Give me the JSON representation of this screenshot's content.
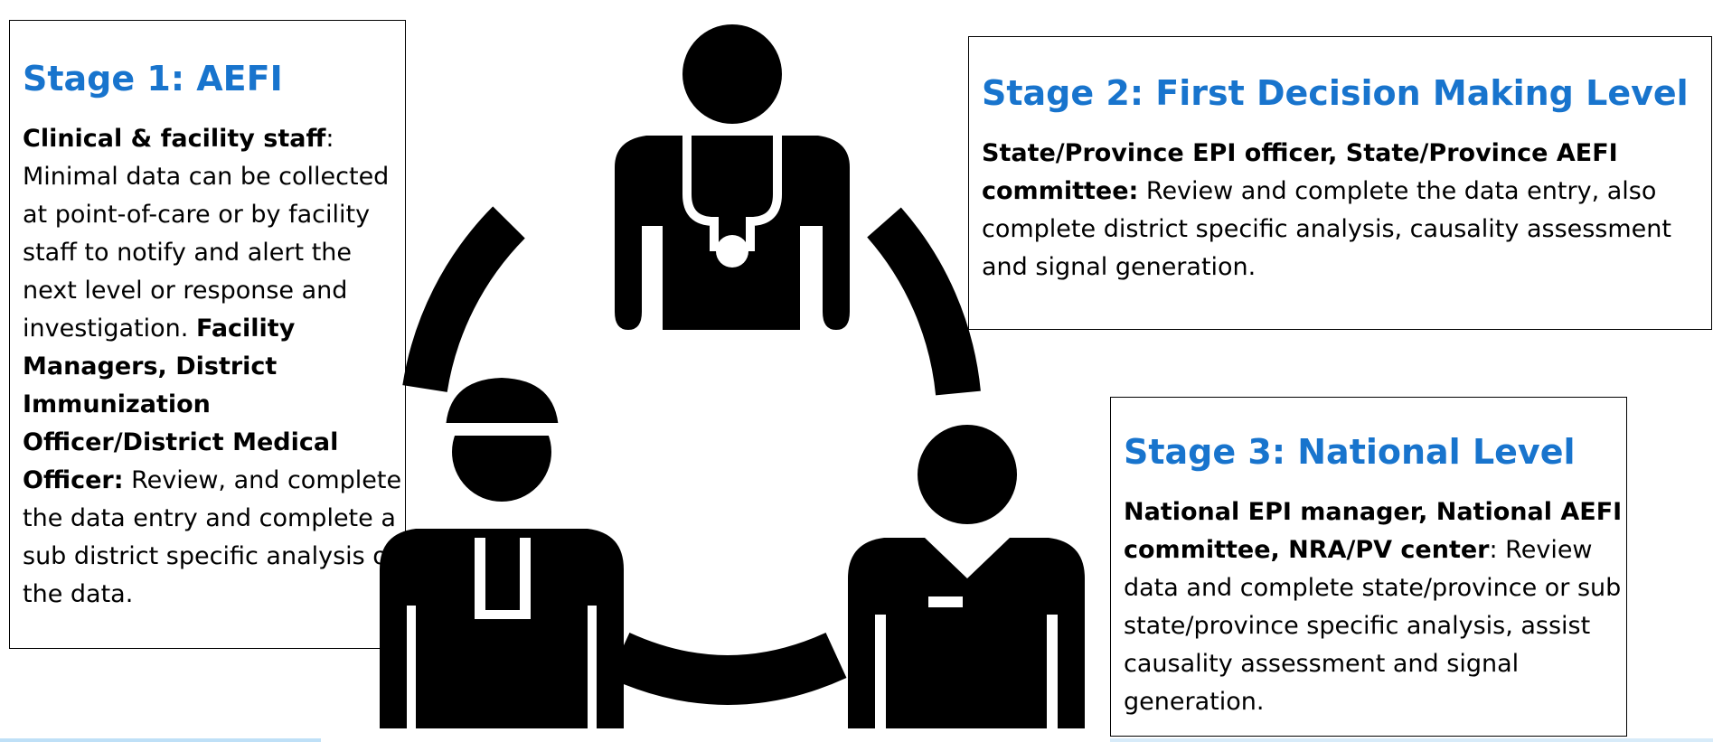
{
  "stage1": {
    "title": "Stage 1: AEFI",
    "role1": "Clinical & facility staff",
    "role1_sep": ":",
    "text1": " Minimal data can be collected at point-of-care or by facility staff to notify and alert the next level or response and investigation.",
    "role2": "Facility Managers, District Immunization Officer/District Medical Officer:",
    "text2": " Review, and complete the data entry and complete a sub district specific analysis of the data."
  },
  "stage2": {
    "title": "Stage 2: First Decision Making Level",
    "role": "State/Province EPI officer, State/Province AEFI committee:",
    "text": " Review and complete the data entry, also complete district specific analysis, causality assessment and signal generation."
  },
  "stage3": {
    "title": "Stage 3: National Level",
    "role": "National EPI manager, National AEFI committee, NRA/PV center",
    "role_sep": ":",
    "text": " Review data and complete state/province or sub state/province specific analysis, assist causality assessment and signal generation."
  },
  "figure": {
    "icon": "healthcare-team-cycle-icon"
  },
  "colors": {
    "title": "#1874cd",
    "text": "#000000",
    "border": "#000000",
    "figure": "#000000",
    "accent_strip": "#bfe0f7"
  }
}
